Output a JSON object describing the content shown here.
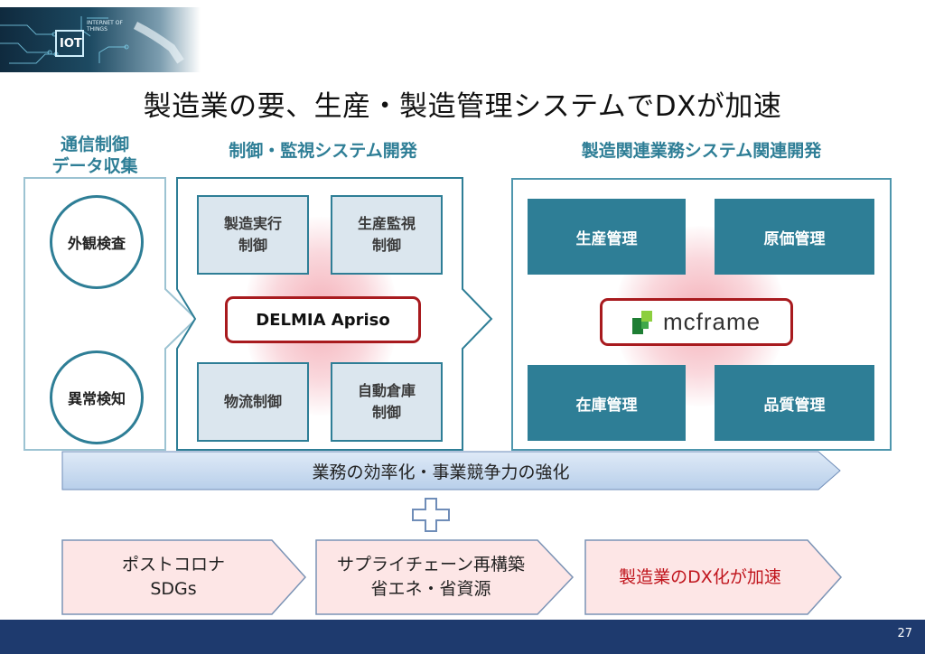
{
  "slide": {
    "title": "製造業の要、生産・製造管理システムでDXが加速",
    "page_number": "27",
    "colors": {
      "accent": "#2e7e96",
      "highlight_red": "#a81a1e",
      "footer": "#1e3a6e"
    }
  },
  "banner": {
    "iot_label": "IOT",
    "iot_sub": "INTERNET OF THINGS"
  },
  "sections": {
    "left": {
      "title_line1": "通信制御",
      "title_line2": "データ収集",
      "items": [
        "外観検査",
        "異常検知"
      ]
    },
    "middle": {
      "title": "制御・監視システム開発",
      "boxes": [
        "製造実行\n制御",
        "生産監視\n制御",
        "物流制御",
        "自動倉庫\n制御"
      ],
      "product": "DELMIA Apriso"
    },
    "right": {
      "title": "製造関連業務システム関連開発",
      "boxes": [
        "生産管理",
        "原価管理",
        "在庫管理",
        "品質管理"
      ],
      "product_logo_text": "mcframe"
    }
  },
  "banner_arrow": {
    "text": "業務の効率化・事業競争力の強化"
  },
  "plus_icon": "plus-icon",
  "bottom_arrows": [
    {
      "text": "ポストコロナ\nSDGs"
    },
    {
      "text": "サプライチェーン再構築\n省エネ・省資源"
    },
    {
      "text": "製造業のDX化が加速"
    }
  ]
}
